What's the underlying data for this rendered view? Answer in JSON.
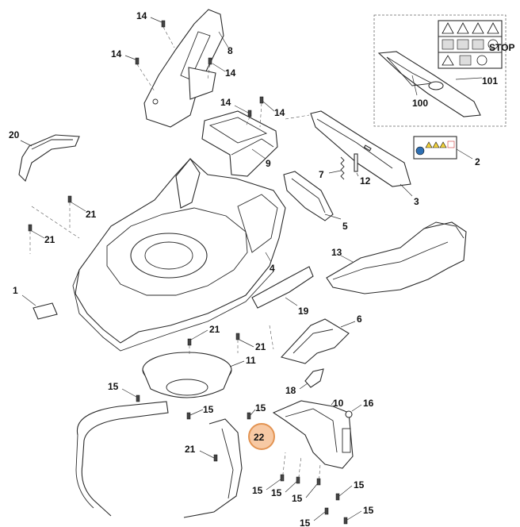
{
  "callouts": {
    "p1": "1",
    "p2": "2",
    "p3": "3",
    "p4": "4",
    "p5": "5",
    "p6": "6",
    "p7": "7",
    "p8": "8",
    "p9": "9",
    "p10": "10",
    "p11": "11",
    "p12": "12",
    "p13": "13",
    "p16": "16",
    "p18": "18",
    "p19": "19",
    "p20": "20",
    "p22": "22",
    "p100": "100",
    "p101": "101",
    "p14": "14",
    "p15": "15",
    "p21": "21"
  },
  "warning_label": {
    "stop_text": "STOP"
  },
  "colors": {
    "line": "#2a2a2a",
    "highlight_fill": "#f7c9a4",
    "highlight_stroke": "#e39453",
    "decal_blue": "#2d6fb3",
    "decal_yellow": "#f2d23a"
  }
}
